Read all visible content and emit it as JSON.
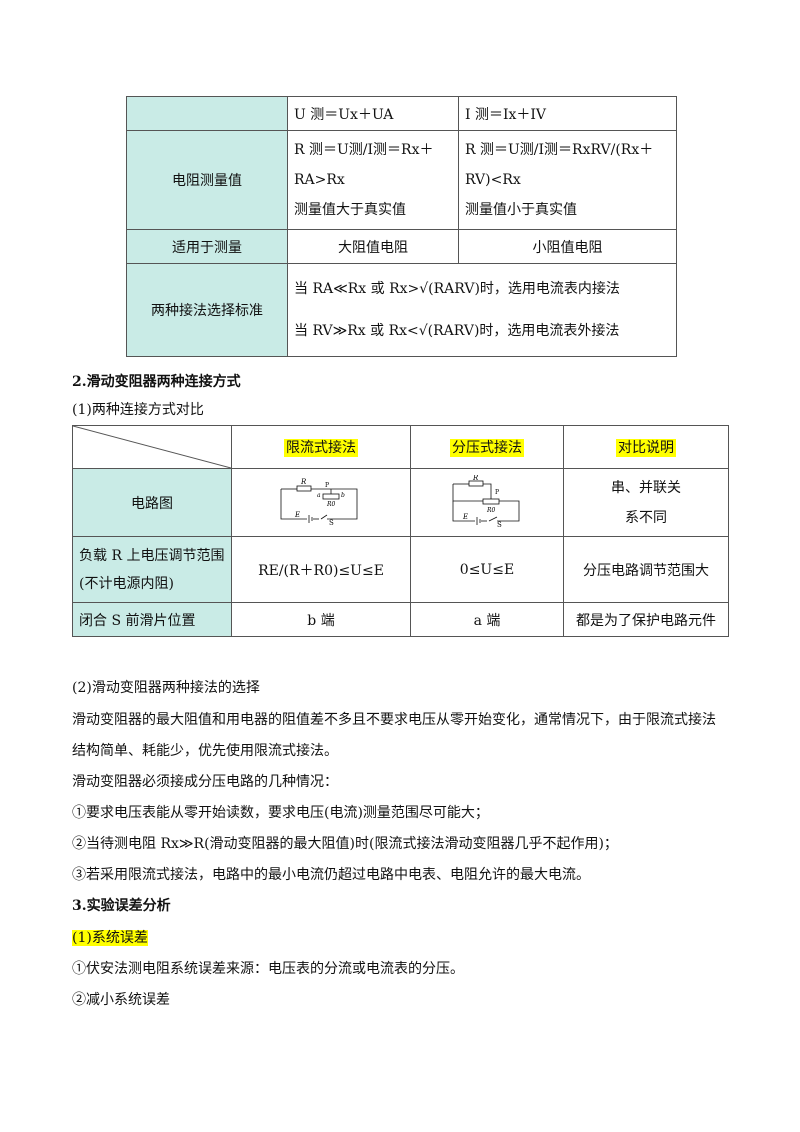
{
  "table1": {
    "row_voltage_current": {
      "left": "U 测＝Ux＋UA",
      "right": "I 测＝Ix＋IV"
    },
    "row_measured": {
      "header": "电阻测量值",
      "left_formula": "R 测＝U测/I测＝Rx＋RA>Rx",
      "left_note": "测量值大于真实值",
      "right_formula": "R 测＝U测/I测＝RxRV/(Rx＋RV)<Rx",
      "right_note": "测量值小于真实值"
    },
    "row_suitable": {
      "header": "适用于测量",
      "left": "大阻值电阻",
      "right": "小阻值电阻"
    },
    "row_criteria": {
      "header": "两种接法选择标准",
      "line1": "当 RA≪Rx 或 Rx>√(RARV)时，选用电流表内接法",
      "line2": "当 RV≫Rx 或 Rx<√(RARV)时，选用电流表外接法"
    }
  },
  "section2": {
    "heading": "2.滑动变阻器两种连接方式",
    "sub1": "(1)两种连接方式对比"
  },
  "table2": {
    "headers": [
      "限流式接法",
      "分压式接法",
      "对比说明"
    ],
    "row_circuit": {
      "label": "电路图",
      "note_line1": "串、并联关",
      "note_line2": "系不同"
    },
    "row_range": {
      "label_line1": "负载 R 上电压调节范围",
      "label_line2": "(不计电源内阻)",
      "limit": "RE/(R＋R0)≤U≤E",
      "divider": "0≤U≤E",
      "note": "分压电路调节范围大"
    },
    "row_slider": {
      "label": "闭合 S 前滑片位置",
      "limit": "b 端",
      "divider": "a 端",
      "note": "都是为了保护电路元件"
    }
  },
  "section2b": {
    "sub2": "(2)滑动变阻器两种接法的选择",
    "para1_line1": "滑动变阻器的最大阻值和用电器的阻值差不多且不要求电压从零开始变化，通常情况下，由于限流式接法",
    "para1_line2": "结构简单、耗能少，优先使用限流式接法。",
    "para2": "滑动变阻器必须接成分压电路的几种情况：",
    "item1": "①要求电压表能从零开始读数，要求电压(电流)测量范围尽可能大；",
    "item2": "②当待测电阻 Rx≫R(滑动变阻器的最大阻值)时(限流式接法滑动变阻器几乎不起作用)；",
    "item3": "③若采用限流式接法，电路中的最小电流仍超过电路中电表、电阻允许的最大电流。"
  },
  "section3": {
    "heading": "3.实验误差分析",
    "sub1": "(1)系统误差",
    "item1": "①伏安法测电阻系统误差来源：电压表的分流或电流表的分压。",
    "item2": "②减小系统误差"
  },
  "circuit_labels": {
    "R": "R",
    "P": "P",
    "a": "a",
    "b": "b",
    "R0": "R0",
    "E": "E",
    "S": "S"
  }
}
